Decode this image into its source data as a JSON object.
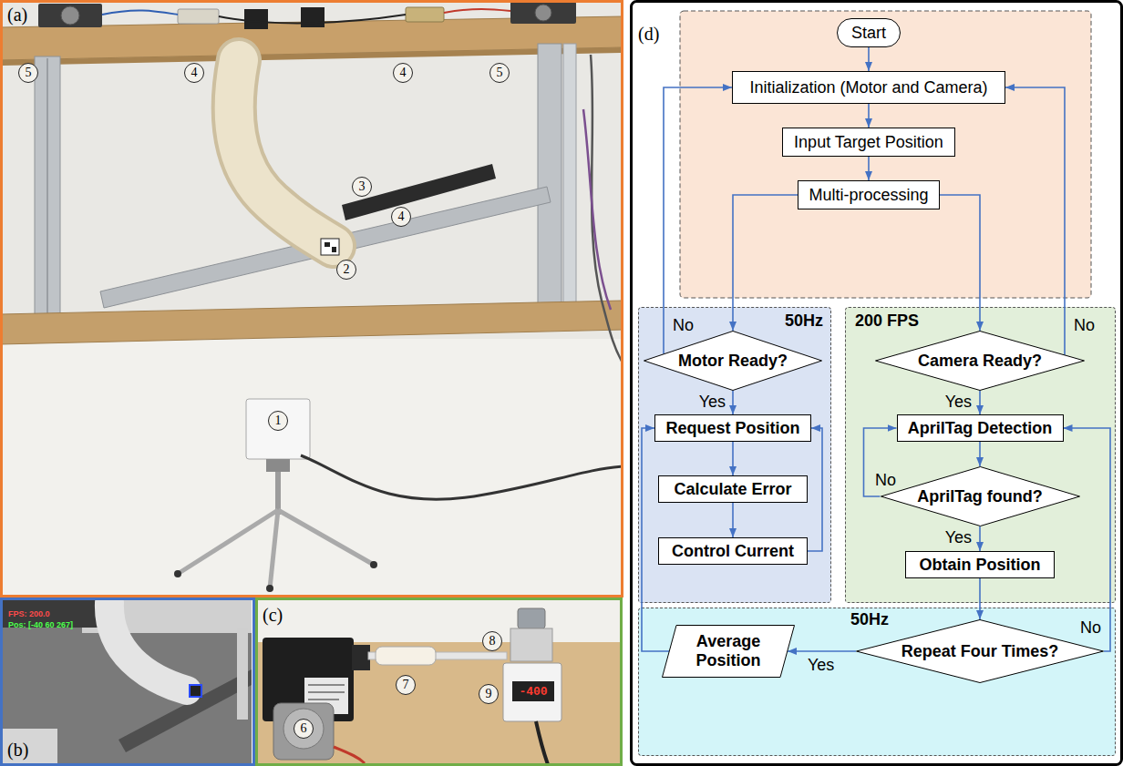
{
  "diagram": {
    "nodes": [
      {
        "text": [
          "Start"
        ]
      },
      {
        "text": [
          "Initialization (Motor and Camera)"
        ]
      },
      {
        "text": [
          "Input Target Position"
        ]
      },
      {
        "text": [
          "Multi-processing"
        ]
      },
      {
        "text": [
          "50Hz"
        ]
      },
      {
        "text": [
          "Motor Ready?"
        ],
        "in": 4
      },
      {
        "text": [
          "Request Position"
        ],
        "in": 4
      },
      {
        "text": [
          "Calculate Error"
        ],
        "in": 4
      },
      {
        "text": [
          "Control Current"
        ],
        "in": 4
      },
      {
        "text": [
          "200 FPS"
        ]
      },
      {
        "text": [
          "Camera Ready?"
        ],
        "in": 9
      },
      {
        "text": [
          "AprilTag Detection"
        ],
        "in": 9
      },
      {
        "text": [
          "AprilTag found?"
        ],
        "in": 9
      },
      {
        "text": [
          "Obtain Position"
        ],
        "in": 9
      },
      {
        "text": [
          "50Hz"
        ]
      },
      {
        "text": [
          "Repeat Four Times?"
        ],
        "in": 14
      },
      {
        "text": [
          "Average Position"
        ],
        "in": 14
      }
    ],
    "edges": [
      {
        "from": 0,
        "to": 1,
        "arrow": "to"
      },
      {
        "from": 1,
        "to": 2,
        "arrow": "to"
      },
      {
        "from": 2,
        "to": 3,
        "arrow": "to"
      },
      {
        "from": 3,
        "to": 5,
        "arrow": "to"
      },
      {
        "from": 3,
        "to": 10,
        "arrow": "to"
      },
      {
        "from": 5,
        "to": 1,
        "label": "No",
        "arrow": "to"
      },
      {
        "from": 5,
        "to": 6,
        "label": "Yes",
        "arrow": "to"
      },
      {
        "from": 6,
        "to": 7,
        "arrow": "to"
      },
      {
        "from": 7,
        "to": 8,
        "arrow": "to"
      },
      {
        "from": 8,
        "to": 6,
        "arrow": "to"
      },
      {
        "from": 10,
        "to": 1,
        "label": "No",
        "arrow": "to"
      },
      {
        "from": 10,
        "to": 11,
        "label": "Yes",
        "arrow": "to"
      },
      {
        "from": 11,
        "to": 12,
        "arrow": "to"
      },
      {
        "from": 12,
        "to": 11,
        "label": "No",
        "arrow": "to"
      },
      {
        "from": 12,
        "to": 13,
        "label": "Yes",
        "arrow": "to"
      },
      {
        "from": 13,
        "to": 15,
        "arrow": "to"
      },
      {
        "from": 15,
        "to": 11,
        "label": "No",
        "arrow": "to"
      },
      {
        "from": 15,
        "to": 16,
        "label": "Yes",
        "arrow": "to"
      },
      {
        "from": 16,
        "to": 6,
        "arrow": "to"
      }
    ],
    "labels": [
      "(a)",
      "5",
      "4",
      "4",
      "5",
      "3",
      "4",
      "2",
      "1",
      "(b)",
      "FPS: 200.0",
      "Pos: [-40 60 267]",
      "(c)",
      "8",
      "7",
      "9",
      "-400",
      "6",
      "(d)"
    ]
  }
}
